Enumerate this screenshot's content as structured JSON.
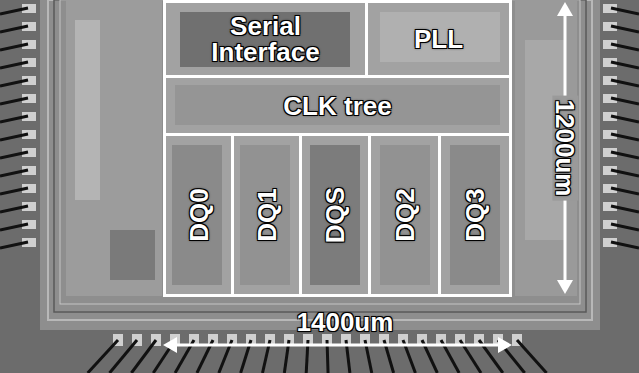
{
  "diagram": {
    "nodes": [
      {
        "text": [
          "Serial Interface"
        ]
      },
      {
        "text": [
          "PLL"
        ]
      },
      {
        "text": [
          "CLK tree"
        ]
      },
      {
        "text": [
          "DQ0"
        ]
      },
      {
        "text": [
          "DQ1"
        ]
      },
      {
        "text": [
          "DQS"
        ]
      },
      {
        "text": [
          "DQ2"
        ]
      },
      {
        "text": [
          "DQ3"
        ]
      }
    ],
    "labels": [
      "1200um",
      "1400um"
    ]
  }
}
